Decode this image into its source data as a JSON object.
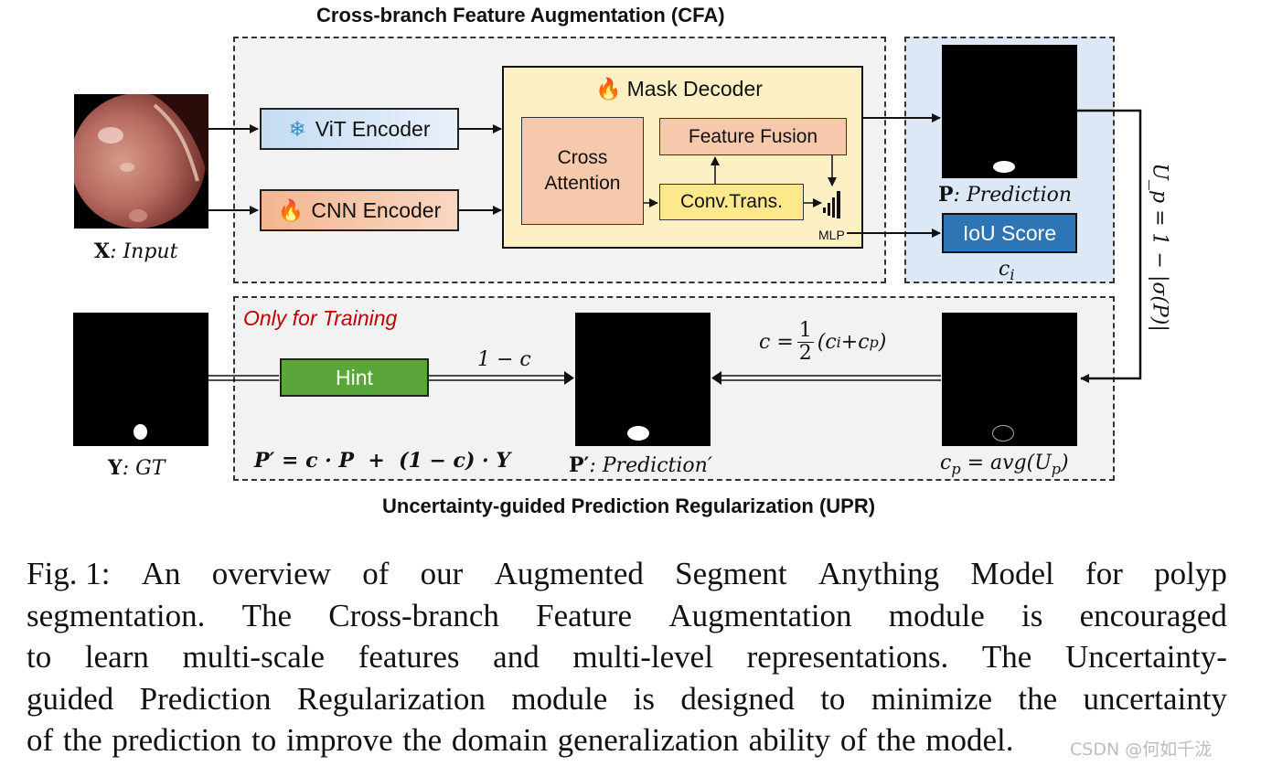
{
  "cfa": {
    "title": "Cross-branch Feature Augmentation (CFA)"
  },
  "upr": {
    "title": "Uncertainty-guided Prediction Regularization (UPR)",
    "training_note": "Only for Training"
  },
  "input": {
    "label_var": "X",
    "label_text": ": Input"
  },
  "gt": {
    "label_var": "Y",
    "label_text": ": GT"
  },
  "encoders": {
    "vit": "ViT Encoder",
    "cnn": "CNN Encoder"
  },
  "decoder": {
    "title": "Mask Decoder",
    "cross_attention_line1": "Cross",
    "cross_attention_line2": "Attention",
    "feature_fusion": "Feature Fusion",
    "conv_trans": "Conv.Trans.",
    "mlp": "MLP"
  },
  "prediction": {
    "label_var": "P",
    "label_text": ": Prediction",
    "iou": "IoU Score",
    "ci": "c",
    "ci_sub": "i"
  },
  "uncertainty": {
    "text": "U_p = 1 − |σ(P)|"
  },
  "cp": {
    "text_lhs": "c",
    "text_sub": "p",
    "text_rhs": " = avg(U",
    "text_rhs_sub": "p",
    "text_end": ")"
  },
  "c_formula": {
    "lhs": "c = ",
    "num": "1",
    "den": "2",
    "rhs": "(c",
    "sub1": "i",
    "plus": "+c",
    "sub2": "p",
    "end": ")"
  },
  "hint": {
    "label": "Hint",
    "weight": "1 − c"
  },
  "p_prime": {
    "label_var": "P′",
    "label_text": ": Prediction′"
  },
  "regularization_formula": {
    "text": "P′ = c · P  +  (1 − c) · Y"
  },
  "caption": {
    "line1": [
      "Fig. 1:",
      "An",
      "overview",
      "of",
      "our",
      "Augmented",
      "Segment",
      "Anything",
      "Model",
      "for",
      "polyp"
    ],
    "line2": [
      "segmentation.",
      "The",
      "Cross-branch",
      "Feature",
      "Augmentation",
      "module",
      "is",
      "encouraged"
    ],
    "line3": [
      "to",
      "learn",
      "multi-scale",
      "features",
      "and",
      "multi-level",
      "representations.",
      "The",
      "Uncertainty-"
    ],
    "line4": [
      "guided",
      "Prediction",
      "Regularization",
      "module",
      "is",
      "designed",
      "to",
      "minimize",
      "the",
      "uncertainty"
    ],
    "line5": "of the prediction to improve the domain generalization ability of the model."
  },
  "watermark": "CSDN @何如千泷",
  "colors": {
    "vit_fill": "#dbe8f7",
    "cnn_fill": "#f6c9ac",
    "decoder_fill": "#fdf0c4",
    "cross_attn_fill": "#f6c9ac",
    "conv_fill": "#fdeb91",
    "pred_region": "#dce8f5",
    "iou_fill": "#2e75b6",
    "hint_fill": "#5aa63a",
    "training_red": "#c00000"
  }
}
